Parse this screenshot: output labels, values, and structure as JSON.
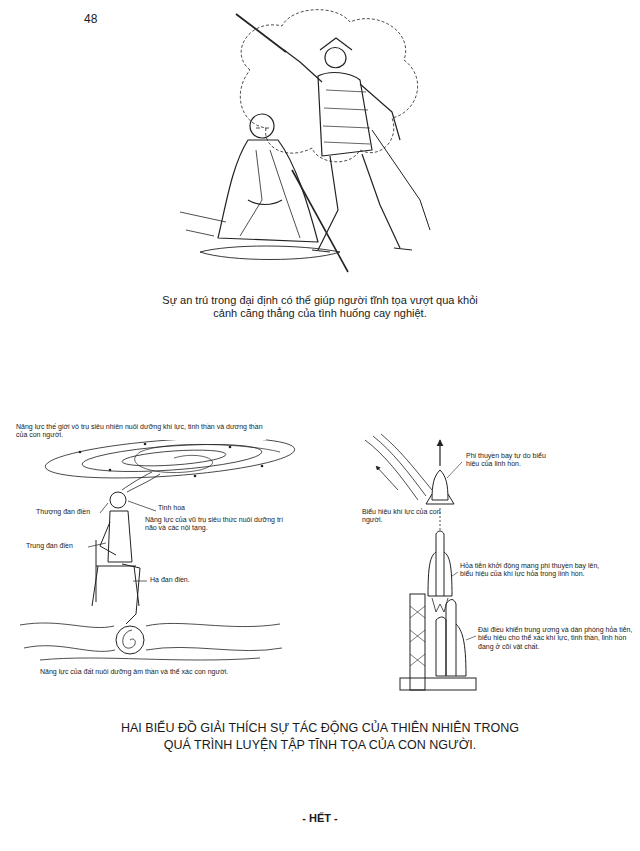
{
  "diagram": {
    "caption": "HAI BIỂU ĐỒ GIẢI THÍCH SỰ TÁC ĐỘNG CỦA THIÊN NHIÊN TRONG QUÁ TRÌNH LUYỆN TẬP TĨNH TỌA CỦA CON NGƯỜI.",
    "labels": [
      "48",
      "Sự an trú trong đại định có thể giúp người tĩnh tọa vượt qua khỏi cảnh căng thẳng của tình huống cay nghiệt.",
      "Năng lực thế giới vô trụ siêu nhiên nuôi dưỡng khí lực, tinh thần và dương thần của con người.",
      "Thượng đan điền",
      "Tinh hoa",
      "Năng lực của vũ trụ siêu thức nuôi dưỡng trí não và các nội tạng.",
      "Trung đan điền",
      "Hạ đan điền.",
      "Năng lực của đất nuôi dưỡng âm thần và thể xác con người.",
      "Phi thuyền bay tự do biểu hiệu của linh hồn.",
      "Biểu hiệu khí lực của con người.",
      "Hỏa tiễn khởi động mang phi thuyền bay lên, biểu hiệu của khí lực hỏa trong linh hồn.",
      "Đài điều khiển trung ương và dàn phóng hỏa tiễn, biểu hiệu cho thể xác khí lực, tinh thần, linh hồn đang ở cõi vật chất.",
      "- HẾT -"
    ]
  }
}
